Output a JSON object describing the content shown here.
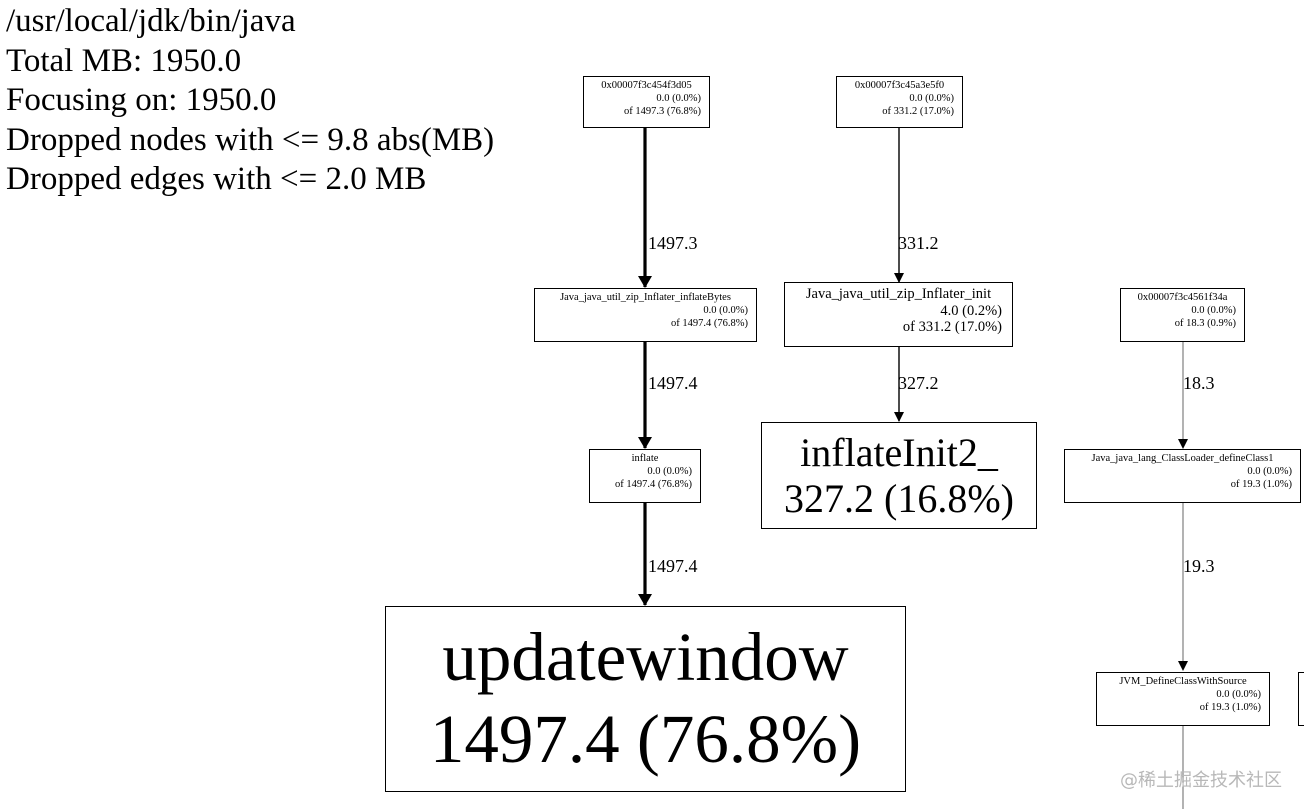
{
  "header": {
    "line1": "/usr/local/jdk/bin/java",
    "line2": "Total MB: 1950.0",
    "line3": "Focusing on: 1950.0",
    "line4": "Dropped nodes with <= 9.8 abs(MB)",
    "line5": "Dropped edges with <= 2.0 MB"
  },
  "nodes": {
    "n1": {
      "name": "0x00007f3c454f3d05",
      "flat": "0.0 (0.0%)",
      "cum": "of 1497.3 (76.8%)"
    },
    "n2": {
      "name": "0x00007f3c45a3e5f0",
      "flat": "0.0 (0.0%)",
      "cum": "of 331.2 (17.0%)"
    },
    "n3": {
      "name": "Java_java_util_zip_Inflater_inflateBytes",
      "flat": "0.0 (0.0%)",
      "cum": "of 1497.4 (76.8%)"
    },
    "n4": {
      "name": "Java_java_util_zip_Inflater_init",
      "flat": "4.0 (0.2%)",
      "cum": "of 331.2 (17.0%)"
    },
    "n5": {
      "name": "0x00007f3c4561f34a",
      "flat": "0.0 (0.0%)",
      "cum": "of 18.3 (0.9%)"
    },
    "n6": {
      "name": "inflate",
      "flat": "0.0 (0.0%)",
      "cum": "of 1497.4 (76.8%)"
    },
    "n7": {
      "name": "inflateInit2_",
      "value": "327.2 (16.8%)"
    },
    "n8": {
      "name": "Java_java_lang_ClassLoader_defineClass1",
      "flat": "0.0 (0.0%)",
      "cum": "of 19.3 (1.0%)"
    },
    "n9": {
      "name": "updatewindow",
      "value": "1497.4 (76.8%)"
    },
    "n10": {
      "name": "JVM_DefineClassWithSource",
      "flat": "0.0 (0.0%)",
      "cum": "of 19.3 (1.0%)"
    }
  },
  "edges": {
    "e1": "1497.3",
    "e2": "331.2",
    "e3": "1497.4",
    "e4": "327.2",
    "e5": "18.3",
    "e6": "1497.4",
    "e7": "19.3"
  },
  "watermark": "@稀土掘金技术社区"
}
